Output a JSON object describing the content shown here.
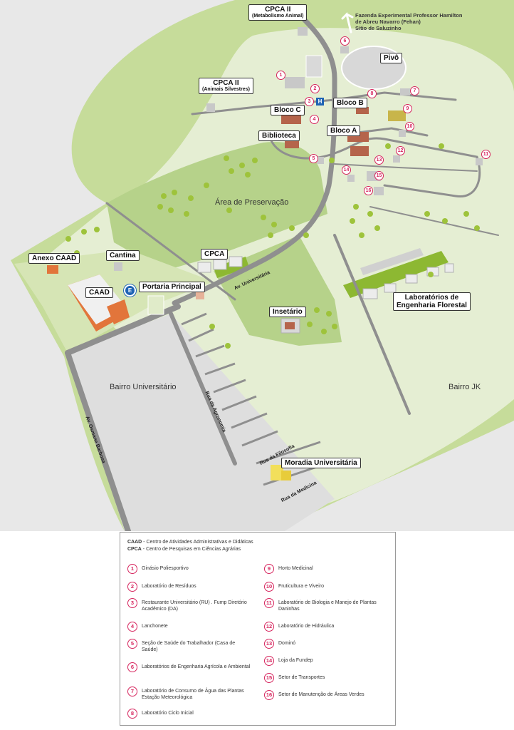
{
  "colors": {
    "background": "#e8e8e8",
    "campus_land": "#e5eed3",
    "outer_land": "#c6dc9a",
    "preservation_area": "#b6d28a",
    "road": "#8f8f8f",
    "accent_pink": "#d6245d",
    "building_brown": "#b5644b",
    "building_orange": "#e2753b",
    "moradia_yellow": "#f2df5b",
    "tree_green": "#9ec33b"
  },
  "map": {
    "labels": {
      "cpca_metabolismo": {
        "title": "CPCA II",
        "sub": "(Metabolismo Animal)"
      },
      "cpca_silvestres": {
        "title": "CPCA II",
        "sub": "(Animais Silvestres)"
      },
      "pivo": "Pivô",
      "bloco_b": "Bloco B",
      "bloco_c": "Bloco C",
      "bloco_a": "Bloco A",
      "biblioteca": "Biblioteca",
      "anexo_caad": "Anexo CAAD",
      "cantina": "Cantina",
      "cpca": "CPCA",
      "caad": "CAAD",
      "portaria": "Portaria Principal",
      "insetario": "Insetário",
      "lab_florestal": "Laboratórios de\nEngenharia Florestal",
      "moradia": "Moradia Universitária"
    },
    "external": {
      "fazenda": [
        "Fazenda Experimental Professor Hamilton",
        "de Abreu Navarro (Fehan)",
        "Sítio de Saluzinho"
      ]
    },
    "areas": {
      "preservacao": "Área de Preservação",
      "bairro_universitario": "Bairro Universitário",
      "bairro_jk": "Bairro JK"
    },
    "streets": {
      "av_universitaria": "Av. Universitária",
      "av_osmane": "Av. Osmane Barbosa",
      "rua_agronomia": "Rua da Agronomia",
      "rua_filosofia": "Rua da Filosofia",
      "rua_medicina": "Rua da Medicina"
    },
    "markers": {
      "e": "E",
      "h": "H",
      "numbers": [
        "1",
        "2",
        "3",
        "4",
        "5",
        "6",
        "7",
        "8",
        "9",
        "10",
        "11",
        "12",
        "13",
        "14",
        "15",
        "16"
      ]
    }
  },
  "legend": {
    "abbreviations": [
      {
        "abbr": "CAAD",
        "text": " - Centro de Atividades Administrativas e Didáticas"
      },
      {
        "abbr": "CPCA",
        "text": " - Centro de Pesquisas em Ciências Agrárias"
      }
    ],
    "items": [
      {
        "n": "1",
        "text": "Ginásio Poliesportivo"
      },
      {
        "n": "2",
        "text": "Laboratório de Resíduos"
      },
      {
        "n": "3",
        "text": "Restaurante Universitário (RU) . Fump Diretório Acadêmico (DA)"
      },
      {
        "n": "4",
        "text": "Lanchonete"
      },
      {
        "n": "5",
        "text": "Seção de Saúde do Trabalhador (Casa de Saúde)"
      },
      {
        "n": "6",
        "text": "Laboratórios de Engenharia Agrícola e Ambiental"
      },
      {
        "n": "7",
        "text": "Laboratório de Consumo de Água das Plantas Estação Meteorológica"
      },
      {
        "n": "8",
        "text": "Laboratório Ciclo Inicial"
      },
      {
        "n": "9",
        "text": "Horto Medicinal"
      },
      {
        "n": "10",
        "text": "Fruticultura e Viveiro"
      },
      {
        "n": "11",
        "text": "Laboratório de Biologia e Manejo de Plantas Daninhas"
      },
      {
        "n": "12",
        "text": "Laboratório de Hidráulica"
      },
      {
        "n": "13",
        "text": "Dominó"
      },
      {
        "n": "14",
        "text": "Loja da Fundep"
      },
      {
        "n": "15",
        "text": "Setor de Transportes"
      },
      {
        "n": "16",
        "text": "Setor de Manutenção de Áreas Verdes"
      }
    ]
  }
}
